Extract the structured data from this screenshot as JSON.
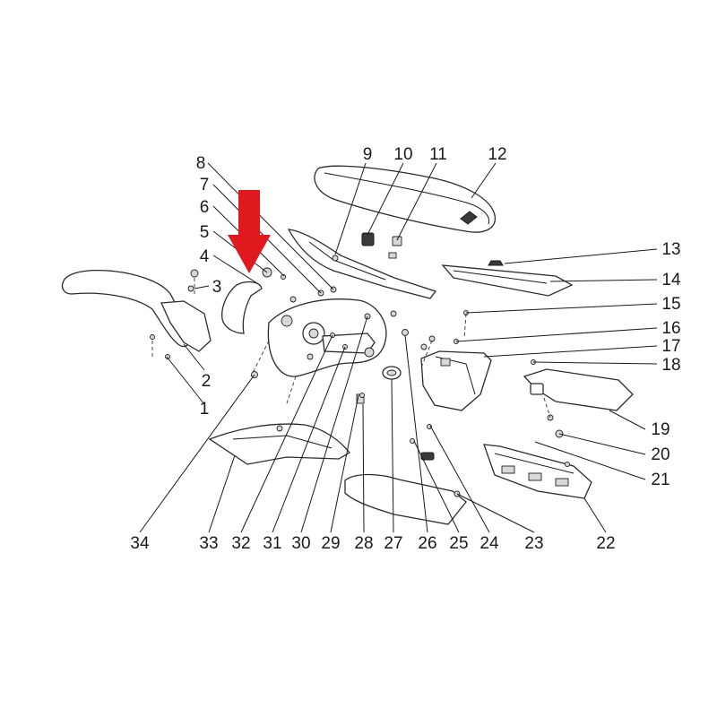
{
  "diagram": {
    "part_numbers": [
      "1",
      "2",
      "3",
      "4",
      "5",
      "6",
      "7",
      "8",
      "9",
      "10",
      "11",
      "12",
      "13",
      "14",
      "15",
      "16",
      "17",
      "18",
      "19",
      "20",
      "21",
      "22",
      "23",
      "24",
      "25",
      "26",
      "27",
      "28",
      "29",
      "30",
      "31",
      "32",
      "33",
      "34"
    ],
    "highlight_color": "#e0191f",
    "highlighted_part": "4",
    "line_color": "#2b2b2b"
  }
}
